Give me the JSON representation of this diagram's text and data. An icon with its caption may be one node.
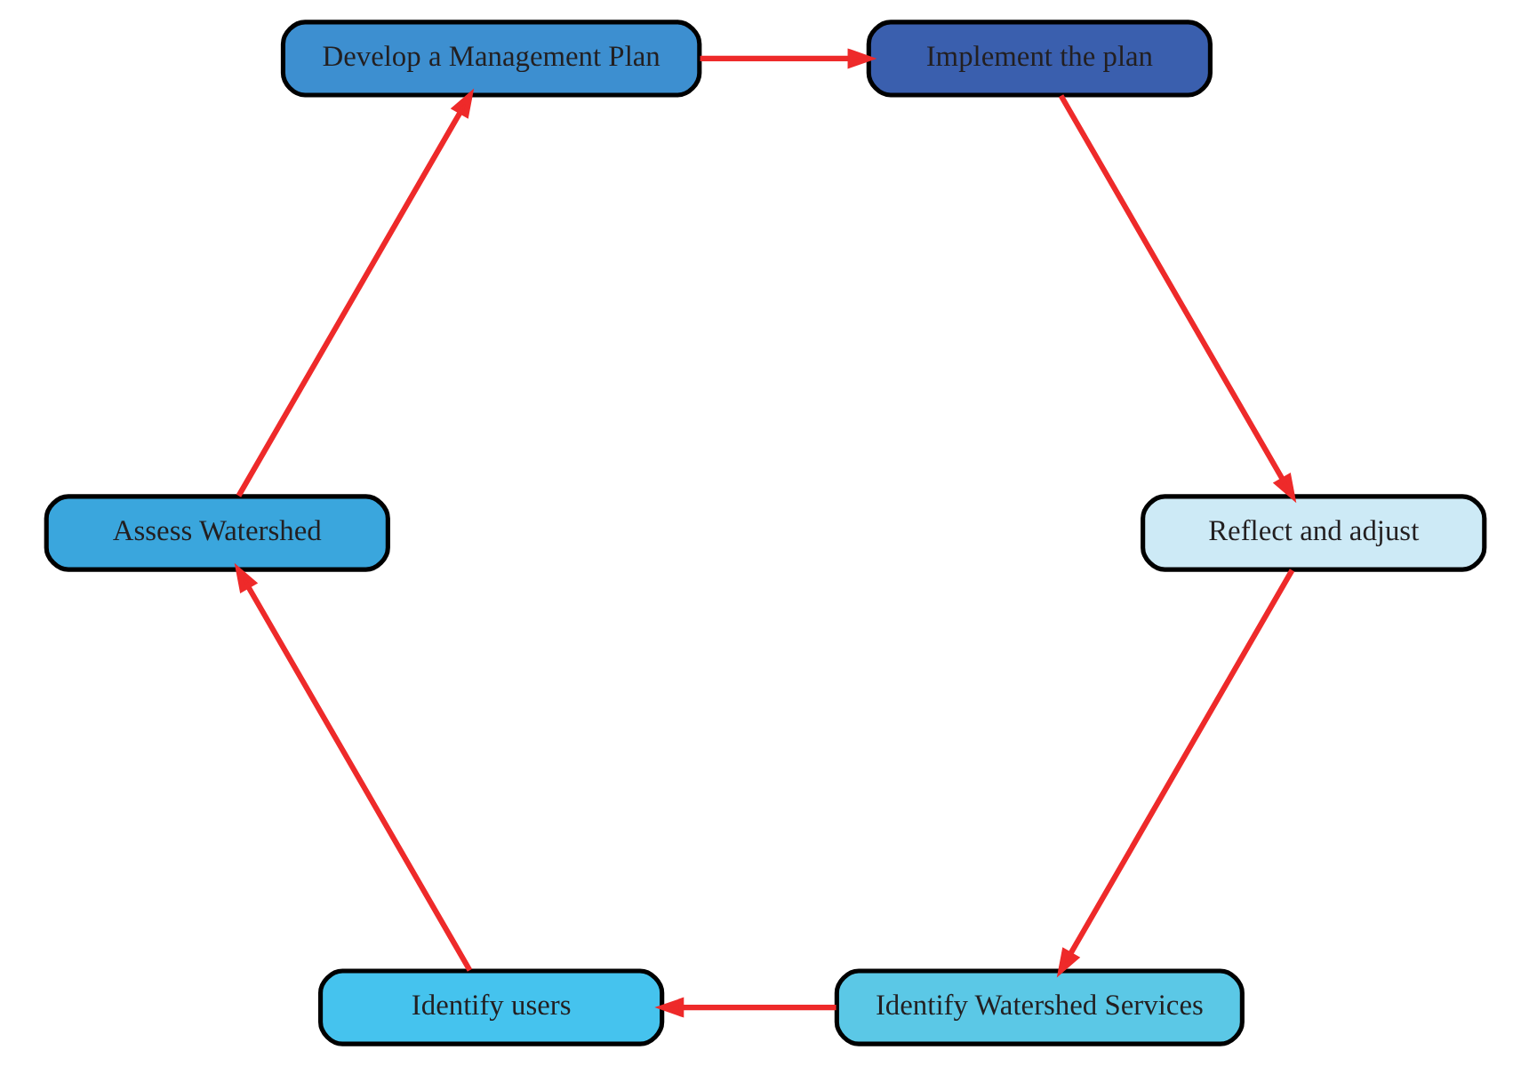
{
  "diagram": {
    "nodes": [
      {
        "text": [
          "Identify Watershed Services"
        ]
      },
      {
        "text": [
          "Identify users"
        ]
      },
      {
        "text": [
          "Assess Watershed"
        ]
      },
      {
        "text": [
          "Develop a Management Plan"
        ]
      },
      {
        "text": [
          "Implement the plan"
        ]
      },
      {
        "text": [
          "Reflect and adjust"
        ]
      }
    ],
    "edges": [
      {
        "from": 0,
        "to": 1,
        "arrow": "to"
      },
      {
        "from": 1,
        "to": 2,
        "arrow": "to"
      },
      {
        "from": 2,
        "to": 3,
        "arrow": "to"
      },
      {
        "from": 3,
        "to": 4,
        "arrow": "to"
      },
      {
        "from": 4,
        "to": 5,
        "arrow": "to"
      },
      {
        "from": 5,
        "to": 0,
        "arrow": "to"
      }
    ]
  }
}
